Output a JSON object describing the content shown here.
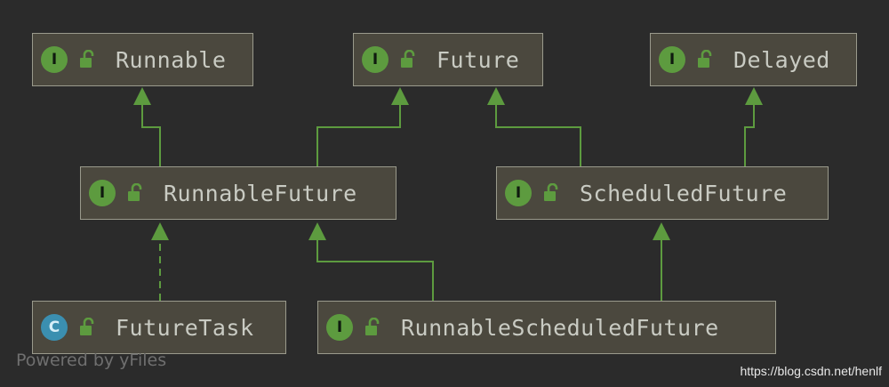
{
  "nodes": {
    "runnable": {
      "label": "Runnable",
      "badge": "I",
      "kind": "interface"
    },
    "future": {
      "label": "Future",
      "badge": "I",
      "kind": "interface"
    },
    "delayed": {
      "label": "Delayed",
      "badge": "I",
      "kind": "interface"
    },
    "runnable_future": {
      "label": "RunnableFuture",
      "badge": "I",
      "kind": "interface"
    },
    "scheduled_future": {
      "label": "ScheduledFuture",
      "badge": "I",
      "kind": "interface"
    },
    "future_task": {
      "label": "FutureTask",
      "badge": "C",
      "kind": "class"
    },
    "runnable_scheduled_future": {
      "label": "RunnableScheduledFuture",
      "badge": "I",
      "kind": "interface"
    }
  },
  "edges": [
    {
      "from": "RunnableFuture",
      "to": "Runnable",
      "style": "solid"
    },
    {
      "from": "RunnableFuture",
      "to": "Future",
      "style": "solid"
    },
    {
      "from": "ScheduledFuture",
      "to": "Future",
      "style": "solid"
    },
    {
      "from": "ScheduledFuture",
      "to": "Delayed",
      "style": "solid"
    },
    {
      "from": "FutureTask",
      "to": "RunnableFuture",
      "style": "dashed"
    },
    {
      "from": "RunnableScheduledFuture",
      "to": "RunnableFuture",
      "style": "solid"
    },
    {
      "from": "RunnableScheduledFuture",
      "to": "ScheduledFuture",
      "style": "solid"
    }
  ],
  "colors": {
    "background": "#2b2b2b",
    "node_fill": "#4b483e",
    "node_border": "#9a9a8c",
    "edge": "#5d9b3f",
    "interface_badge": "#5d9b3f",
    "class_badge": "#3b8fb0",
    "lock": "#5d9b3f"
  },
  "icons": {
    "visibility": "open-lock-icon"
  },
  "watermark": "Powered by yFiles",
  "source_url": "https://blog.csdn.net/henlf"
}
